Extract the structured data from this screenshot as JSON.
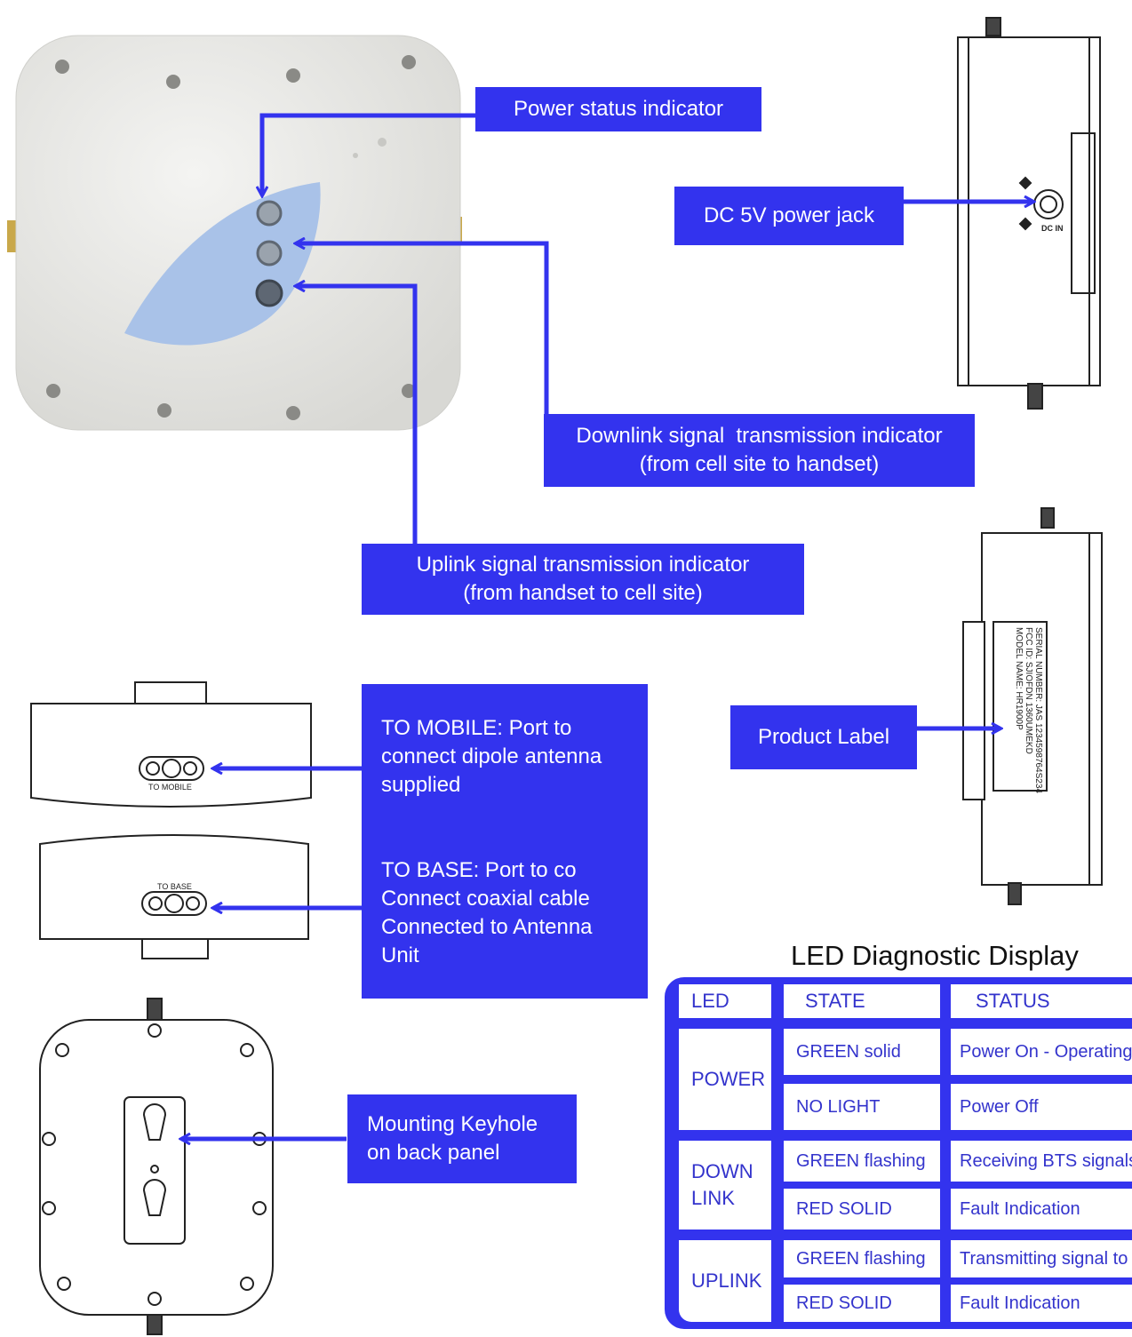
{
  "callouts": {
    "power_status": "Power status indicator",
    "dc_jack": "DC 5V power jack",
    "downlink": [
      "Downlink signal  transmission indicator",
      "(from cell site to handset)"
    ],
    "uplink": [
      "Uplink signal transmission indicator",
      "(from handset to cell site)"
    ],
    "to_mobile": [
      "TO MOBILE: Port to",
      "connect dipole antenna",
      "supplied"
    ],
    "to_base": [
      "TO BASE: Port to co",
      "Connect coaxial cable",
      "Connected to Antenna",
      "Unit"
    ],
    "product_label": "Product Label",
    "keyhole": [
      "Mounting Keyhole",
      "on back panel"
    ]
  },
  "device_labels": {
    "dc_in": "DC IN",
    "to_mobile": "TO MOBILE",
    "to_base": "TO BASE",
    "product_label_lines": [
      "SERIAL NUMBER: JAS 1234598764S234",
      "FCC ID: SJIOFDN 1360UMEKD",
      "MODEL NAME: HR1900P"
    ]
  },
  "led_table": {
    "title": "LED Diagnostic Display",
    "headers": [
      "LED",
      "STATE",
      "STATUS"
    ],
    "groups": [
      {
        "led": [
          "POWER"
        ],
        "rows": [
          {
            "state": "GREEN solid",
            "status": "Power On - Operating"
          },
          {
            "state": "NO LIGHT",
            "status": "Power Off"
          }
        ]
      },
      {
        "led": [
          "DOWN",
          "LINK"
        ],
        "rows": [
          {
            "state": "GREEN flashing",
            "status": "Receiving BTS signals"
          },
          {
            "state": "RED SOLID",
            "status": "Fault Indication"
          }
        ]
      },
      {
        "led": [
          "UPLINK"
        ],
        "rows": [
          {
            "state": "GREEN flashing",
            "status": "Transmitting signal to B"
          },
          {
            "state": "RED SOLID",
            "status": "Fault Indication"
          }
        ]
      }
    ]
  },
  "colors": {
    "callout_bg": "#3333ee",
    "arrow": "#3333ee",
    "table_text": "#3333cc"
  }
}
